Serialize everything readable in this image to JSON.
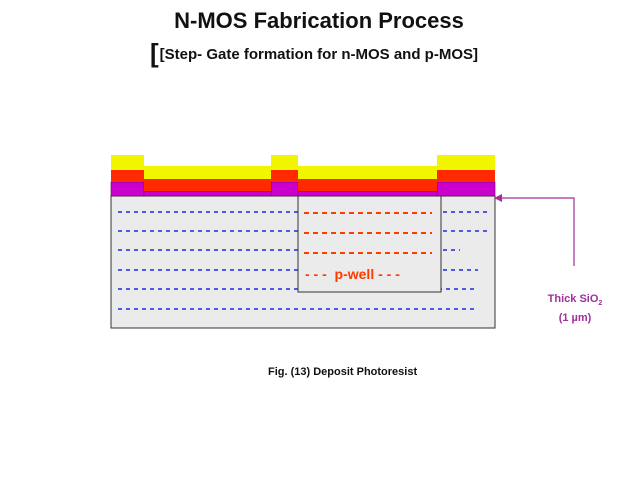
{
  "title": "N-MOS Fabrication Process",
  "subtitle": {
    "bracket": "[",
    "text": "[Step- Gate formation for n-MOS and p-MOS]"
  },
  "pwell_label": "- - -  p-well - - -",
  "callout": {
    "line1": "Thick SiO",
    "line1_sub": "2",
    "line2": "(1 µm)"
  },
  "caption": "Fig. (13) Deposit Photoresist",
  "colors": {
    "photoresist": "#f2f500",
    "polysilicon": "#ff2a00",
    "oxide": "#cc00cc",
    "substrate": "#ebebeb",
    "n_dash": "#1a2ce0",
    "p_dash": "#ff3c00",
    "callout": "#a0309a"
  }
}
